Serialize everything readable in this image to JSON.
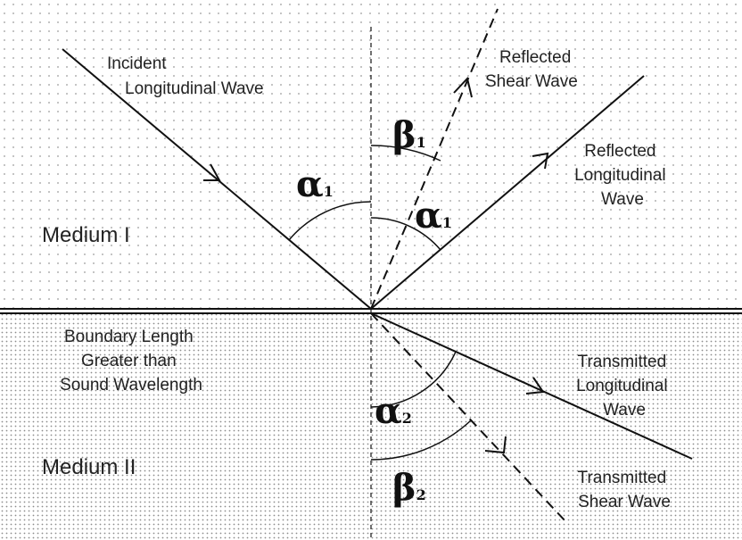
{
  "media": {
    "upper": "Medium I",
    "lower": "Medium II"
  },
  "boundary_note": [
    "Boundary Length",
    "Greater than",
    "Sound Wavelength"
  ],
  "waves": {
    "incident_longitudinal": [
      "Incident",
      "Longitudinal Wave"
    ],
    "reflected_shear": [
      "Reflected",
      "Shear Wave"
    ],
    "reflected_longitudinal": [
      "Reflected",
      "Longitudinal",
      "Wave"
    ],
    "transmitted_longitudinal": [
      "Transmitted",
      "Longitudinal",
      "Wave"
    ],
    "transmitted_shear": [
      "Transmitted",
      "Shear Wave"
    ]
  },
  "angles": {
    "alpha1_incident": {
      "symbol": "α",
      "sub": "1"
    },
    "alpha1_reflected": {
      "symbol": "α",
      "sub": "1"
    },
    "beta1": {
      "symbol": "β",
      "sub": "1"
    },
    "alpha2": {
      "symbol": "α",
      "sub": "2"
    },
    "beta2": {
      "symbol": "β",
      "sub": "2"
    }
  },
  "colors": {
    "ink": "#111111",
    "upper_dots": "#9a9a9a",
    "lower_dots": "#8c8c8c"
  }
}
